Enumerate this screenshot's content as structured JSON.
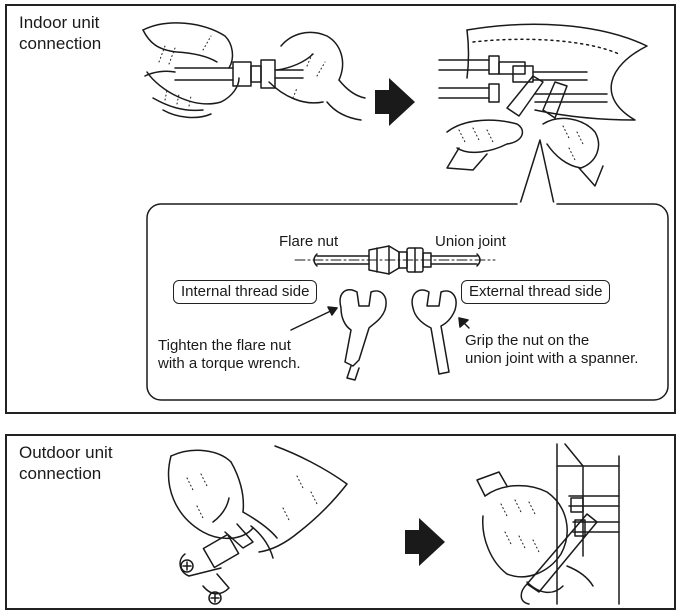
{
  "indoor": {
    "title": "Indoor unit\nconnection",
    "callout": {
      "flare_nut": "Flare nut",
      "union_joint": "Union joint",
      "internal_side": "Internal thread side",
      "external_side": "External thread side",
      "torque_note": "Tighten the flare nut\nwith a torque wrench.",
      "spanner_note": "Grip the nut on the\nunion joint with a spanner."
    }
  },
  "outdoor": {
    "title": "Outdoor unit\nconnection"
  },
  "icons": [
    "right-arrow-icon",
    "torque-wrench-icon",
    "spanner-icon"
  ]
}
